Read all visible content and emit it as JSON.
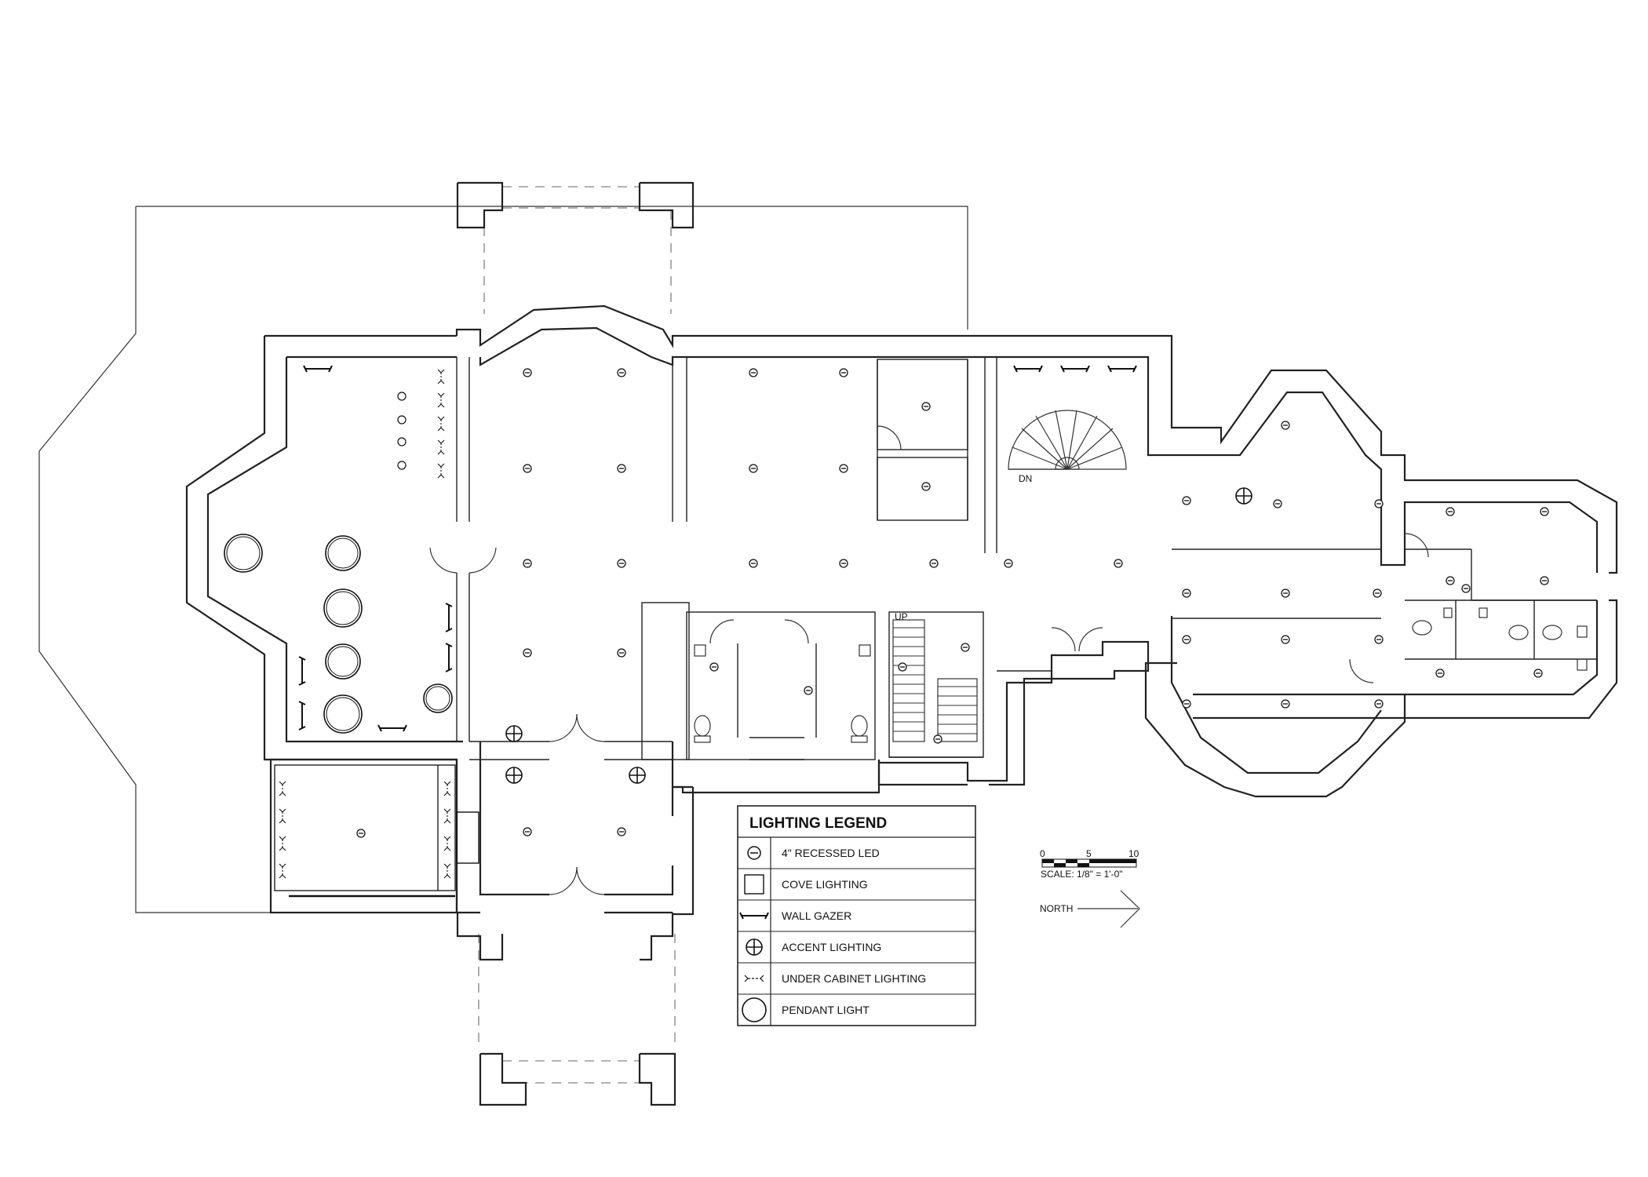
{
  "legend": {
    "title": "LIGHTING LEGEND",
    "items": [
      {
        "icon": "recessed-led-icon",
        "label": "4\" RECESSED LED"
      },
      {
        "icon": "cove-lighting-icon",
        "label": "COVE LIGHTING"
      },
      {
        "icon": "wall-gazer-icon",
        "label": "WALL GAZER"
      },
      {
        "icon": "accent-lighting-icon",
        "label": "ACCENT LIGHTING"
      },
      {
        "icon": "under-cabinet-icon",
        "label": "UNDER CABINET LIGHTING"
      },
      {
        "icon": "pendant-light-icon",
        "label": "PENDANT LIGHT"
      }
    ]
  },
  "scale": {
    "ticks": [
      "0",
      "5",
      "10"
    ],
    "label": "SCALE: 1/8\" = 1'-0\""
  },
  "north": {
    "label": "NORTH"
  },
  "stair_labels": {
    "up": "UP",
    "down": "DN"
  }
}
